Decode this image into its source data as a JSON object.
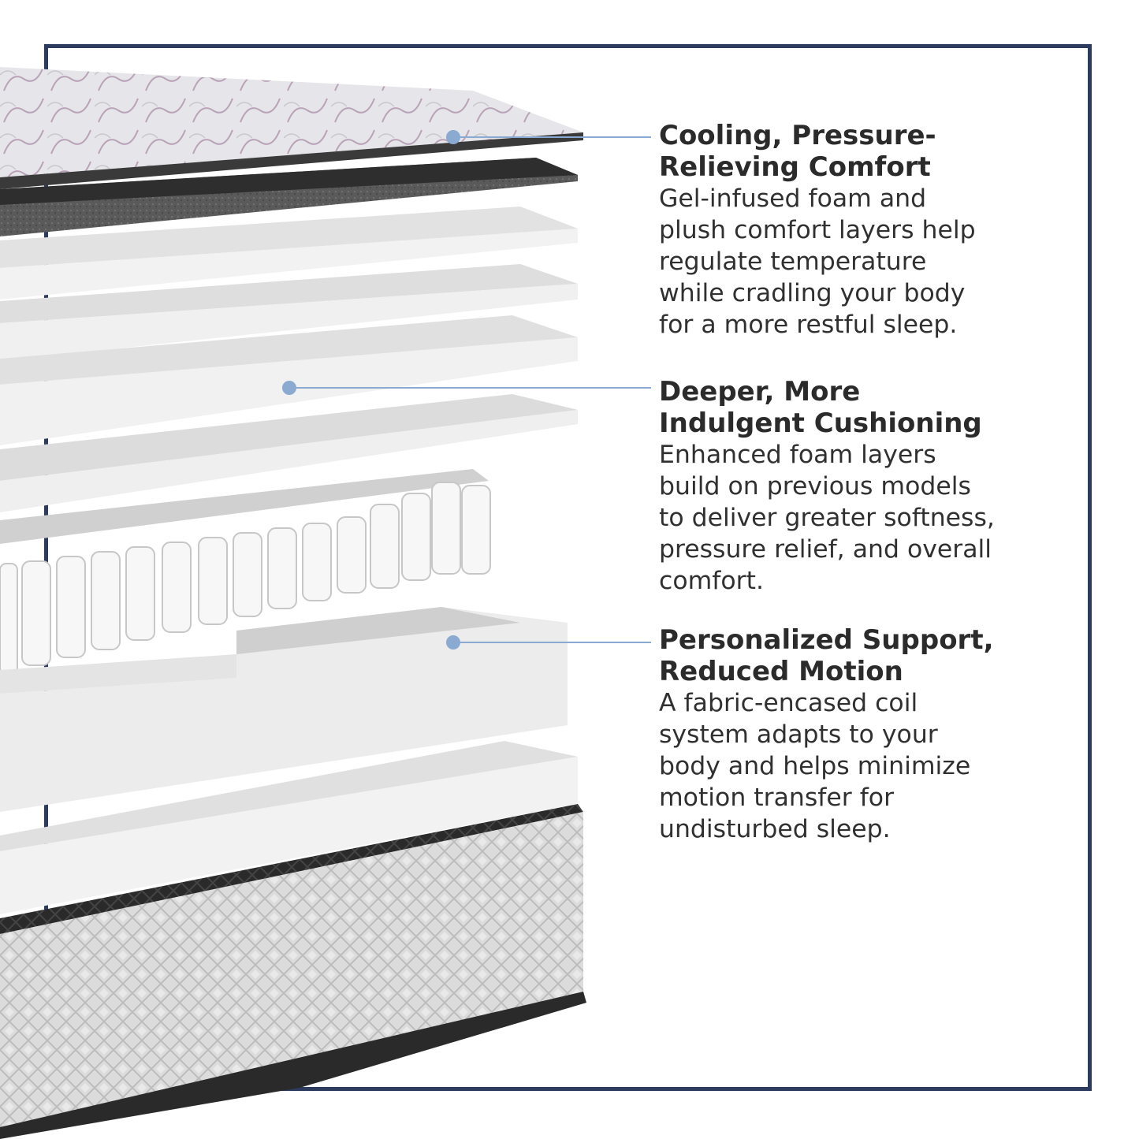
{
  "colors": {
    "frame": "#2d3b5e",
    "leader_line": "#8aaad1",
    "leader_dot": "#8aaad1",
    "text": "#2b2b2b"
  },
  "callouts": [
    {
      "title": "Cooling, Pressure-\nRelieving Comfort",
      "body": "Gel-infused foam and\nplush comfort layers help\nregulate temperature\nwhile cradling your body\nfor a more restful sleep."
    },
    {
      "title": "Deeper, More\nIndulgent Cushioning",
      "body": "Enhanced foam layers\nbuild on previous models\nto deliver greater softness,\npressure relief, and overall\ncomfort."
    },
    {
      "title": "Personalized Support,\nReduced Motion",
      "body": "A fabric-encased coil\nsystem adapts to your\nbody and helps minimize\nmotion transfer for\nundisturbed sleep."
    }
  ]
}
